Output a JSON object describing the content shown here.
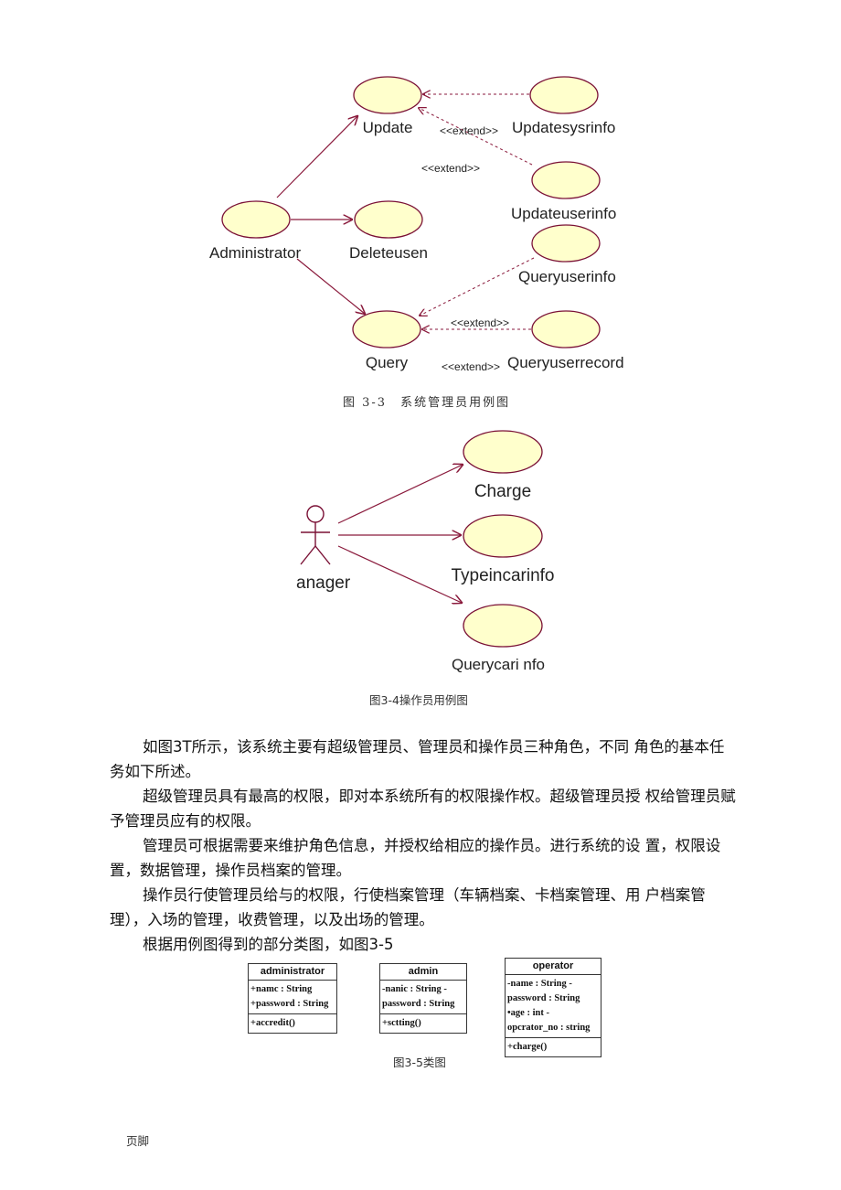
{
  "figure_3_3": {
    "use_cases": {
      "update": "Update",
      "updatesysrinfo": "Updatesysrinfo",
      "updateuserinfo": "Updateuserinfo",
      "administrator": "Administrator",
      "deleteuser": "Deleteusen",
      "queryuserinfo": "Queryuserinfo",
      "query": "Query",
      "queryuserrecord": "Queryuserrecord"
    },
    "extend_labels": [
      "<<extend>>",
      "<<extend>>",
      "<<extend>>",
      "<<extend>>"
    ],
    "caption": "图 3-3　系统管理员用例图"
  },
  "figure_3_4": {
    "actor": "anager",
    "use_cases": {
      "charge": "Charge",
      "typeincarinfo": "Typeincarinfo",
      "querycarinfo": "Querycari nfo"
    },
    "caption": "图3-4操作员用例图"
  },
  "body": {
    "paragraphs": [
      "如图3T所示，该系统主要有超级管理员、管理员和操作员三种角色，不同 角色的基本任务如下所述。",
      "超级管理员具有最高的权限，即对本系统所有的权限操作权。超级管理员授 权给管理员赋予管理员应有的权限。",
      "管理员可根据需要来维护角色信息，并授权给相应的操作员。进行系统的设 置，权限设置，数据管理，操作员档案的管理。",
      "操作员行使管理员给与的权限，行使档案管理（车辆档案、卡档案管理、用 户档案管理），入场的管理，收费管理，以及出场的管理。",
      "根据用例图得到的部分类图，如图3-5"
    ]
  },
  "figure_3_5": {
    "classes": [
      {
        "name": "administrator",
        "attributes": [
          "+namc : String",
          "+password : String"
        ],
        "operations": [
          "+accredit()"
        ]
      },
      {
        "name": "admin",
        "attributes": [
          "-nanic : String -",
          "password : String"
        ],
        "operations": [
          "+sctting()"
        ]
      },
      {
        "name": "operator",
        "attributes": [
          "-name : String -",
          "password : String",
          "•age : int -",
          "opcrator_no : string"
        ],
        "operations": [
          "+charge()"
        ]
      }
    ],
    "caption": "图3-5类图"
  },
  "footer": "页脚",
  "colors": {
    "usecase_fill": "#ffffcc",
    "usecase_stroke": "#7a1035",
    "arrow": "#8a1a3c",
    "extend": "#8a1a3c"
  }
}
